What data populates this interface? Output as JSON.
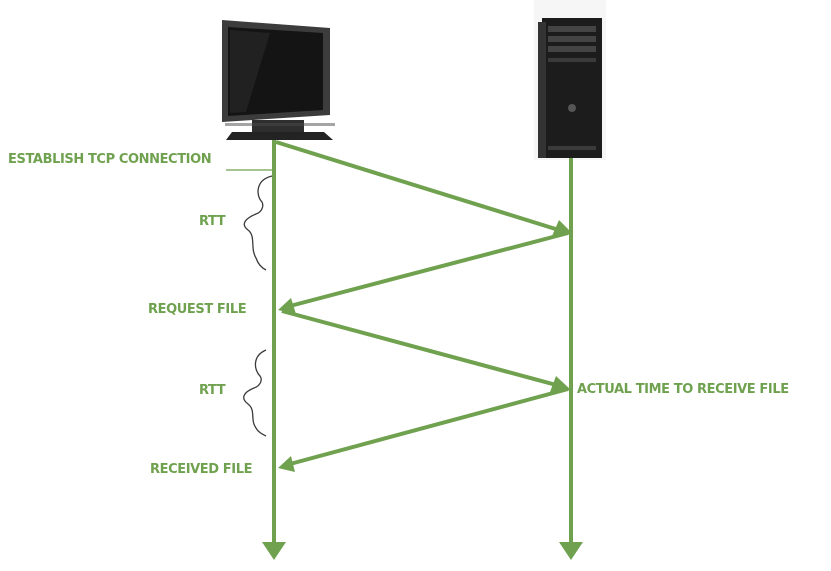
{
  "colors": {
    "line": "#6fa14f",
    "label": "#6fa14f",
    "curve": "#3a3a3a"
  },
  "icons": {
    "client": "monitor-icon",
    "server": "tower-server-icon"
  },
  "labels": {
    "establish": "ESTABLISH TCP CONNECTION",
    "rtt_1": "RTT",
    "request": "REQUEST FILE",
    "rtt_2": "RTT",
    "actual_time": "ACTUAL TIME TO RECEIVE FILE",
    "received": "RECEIVED FILE"
  }
}
